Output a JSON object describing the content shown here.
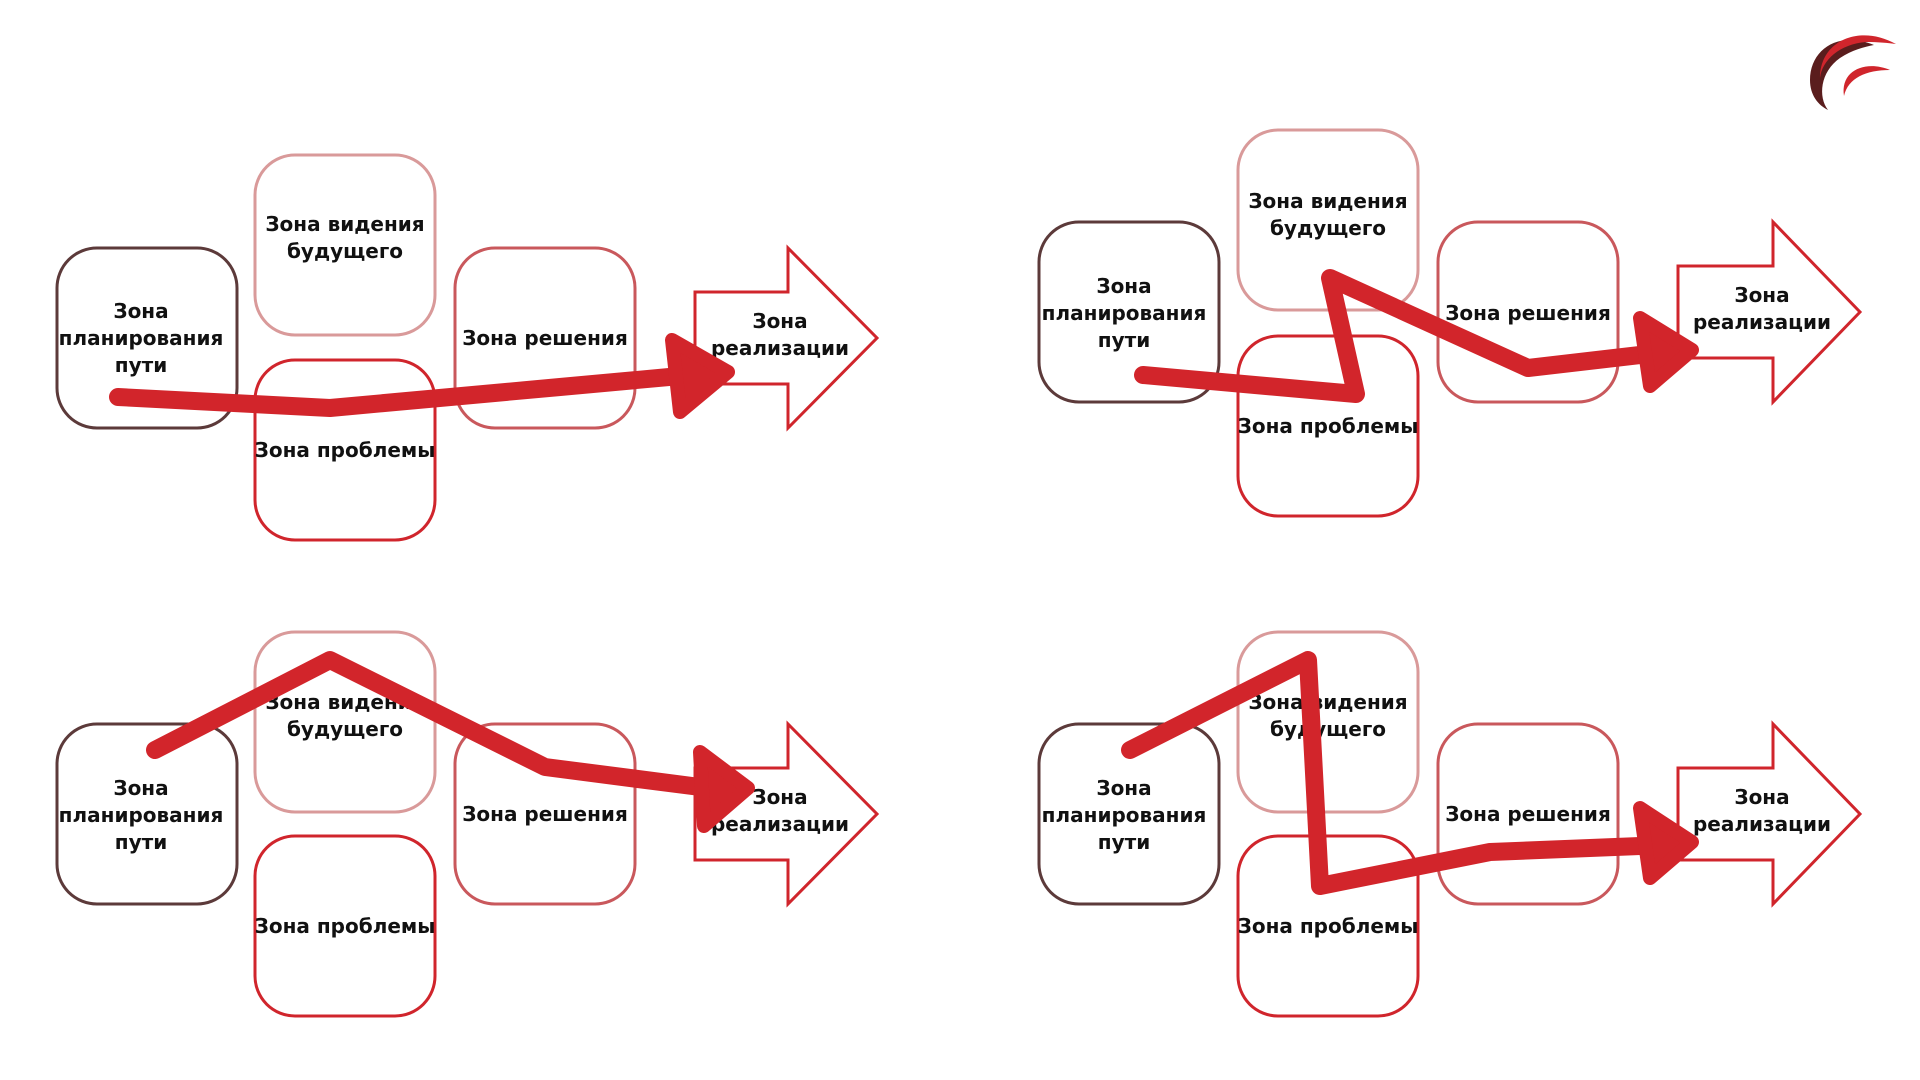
{
  "labels": {
    "planning": [
      "Зона",
      "планирования",
      "пути"
    ],
    "vision": [
      "Зона видения",
      "будущего"
    ],
    "solution": [
      "Зона решения"
    ],
    "problem": [
      "Зона проблемы"
    ],
    "realization": [
      "Зона",
      "реализации"
    ]
  },
  "colors": {
    "planning_border": "#5c3a3a",
    "vision_border": "#d99a9a",
    "solution_border": "#c9585c",
    "problem_border": "#d0252c",
    "realization_border": "#d0252c",
    "path": "#d2252b",
    "logo_dark": "#5a1d1d",
    "logo_red": "#d0252c"
  },
  "diagrams": [
    {
      "id": "top-left",
      "path_route": [
        "planning",
        "problem",
        "solution",
        "realization"
      ]
    },
    {
      "id": "top-right",
      "path_route": [
        "planning",
        "problem",
        "vision",
        "solution",
        "realization"
      ]
    },
    {
      "id": "bottom-left",
      "path_route": [
        "planning",
        "vision",
        "solution",
        "realization"
      ]
    },
    {
      "id": "bottom-right",
      "path_route": [
        "planning",
        "vision",
        "problem",
        "solution",
        "realization"
      ]
    }
  ]
}
